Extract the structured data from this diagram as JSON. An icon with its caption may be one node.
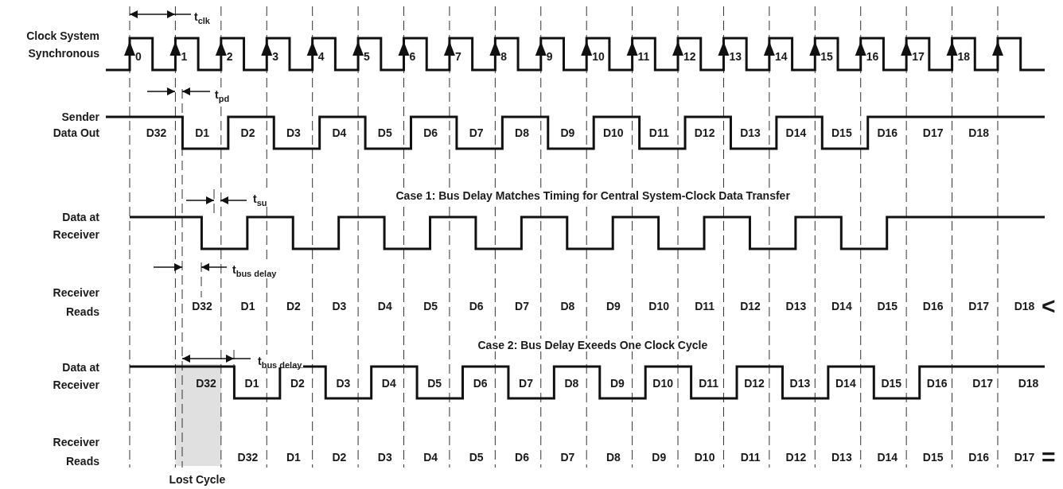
{
  "diagram": {
    "labels": [
      "t$_{clk}$",
      "Clock System Synchronous",
      "0",
      "1",
      "2",
      "3",
      "4",
      "5",
      "6",
      "7",
      "8",
      "9",
      "10",
      "11",
      "12",
      "13",
      "14",
      "15",
      "16",
      "17",
      "18",
      "t$_{pd}$",
      "Sender Data Out",
      "D32",
      "D1",
      "D2",
      "D3",
      "D4",
      "D5",
      "D6",
      "D7",
      "D8",
      "D9",
      "D10",
      "D11",
      "D12",
      "D13",
      "D14",
      "D15",
      "D16",
      "D17",
      "D18",
      "t$_{su}$",
      "Case 1: Bus Delay Matches Timing for Central System-Clock Data Transfer",
      "Data at Receiver",
      "t$_{bus delay}$",
      "Receiver Reads",
      "D32",
      "D1",
      "D2",
      "D3",
      "D4",
      "D5",
      "D6",
      "D7",
      "D8",
      "D9",
      "D10",
      "D11",
      "D12",
      "D13",
      "D14",
      "D15",
      "D16",
      "D17",
      "D18",
      "<",
      "Case 2: Bus Delay Exeeds One Clock Cycle",
      "Data at Receiver",
      "D32",
      "D1",
      "D2",
      "D3",
      "D4",
      "D5",
      "D6",
      "D7",
      "D8",
      "D9",
      "D10",
      "D11",
      "D12",
      "D13",
      "D14",
      "D15",
      "D16",
      "D17",
      "D18",
      "t$_{bus delay}$",
      "Receiver Reads",
      "D32",
      "D1",
      "D2",
      "D3",
      "D4",
      "D5",
      "D6",
      "D7",
      "D8",
      "D9",
      "D10",
      "D11",
      "D12",
      "D13",
      "D14",
      "D15",
      "D16",
      "D17",
      "=",
      "Lost Cycle"
    ]
  }
}
